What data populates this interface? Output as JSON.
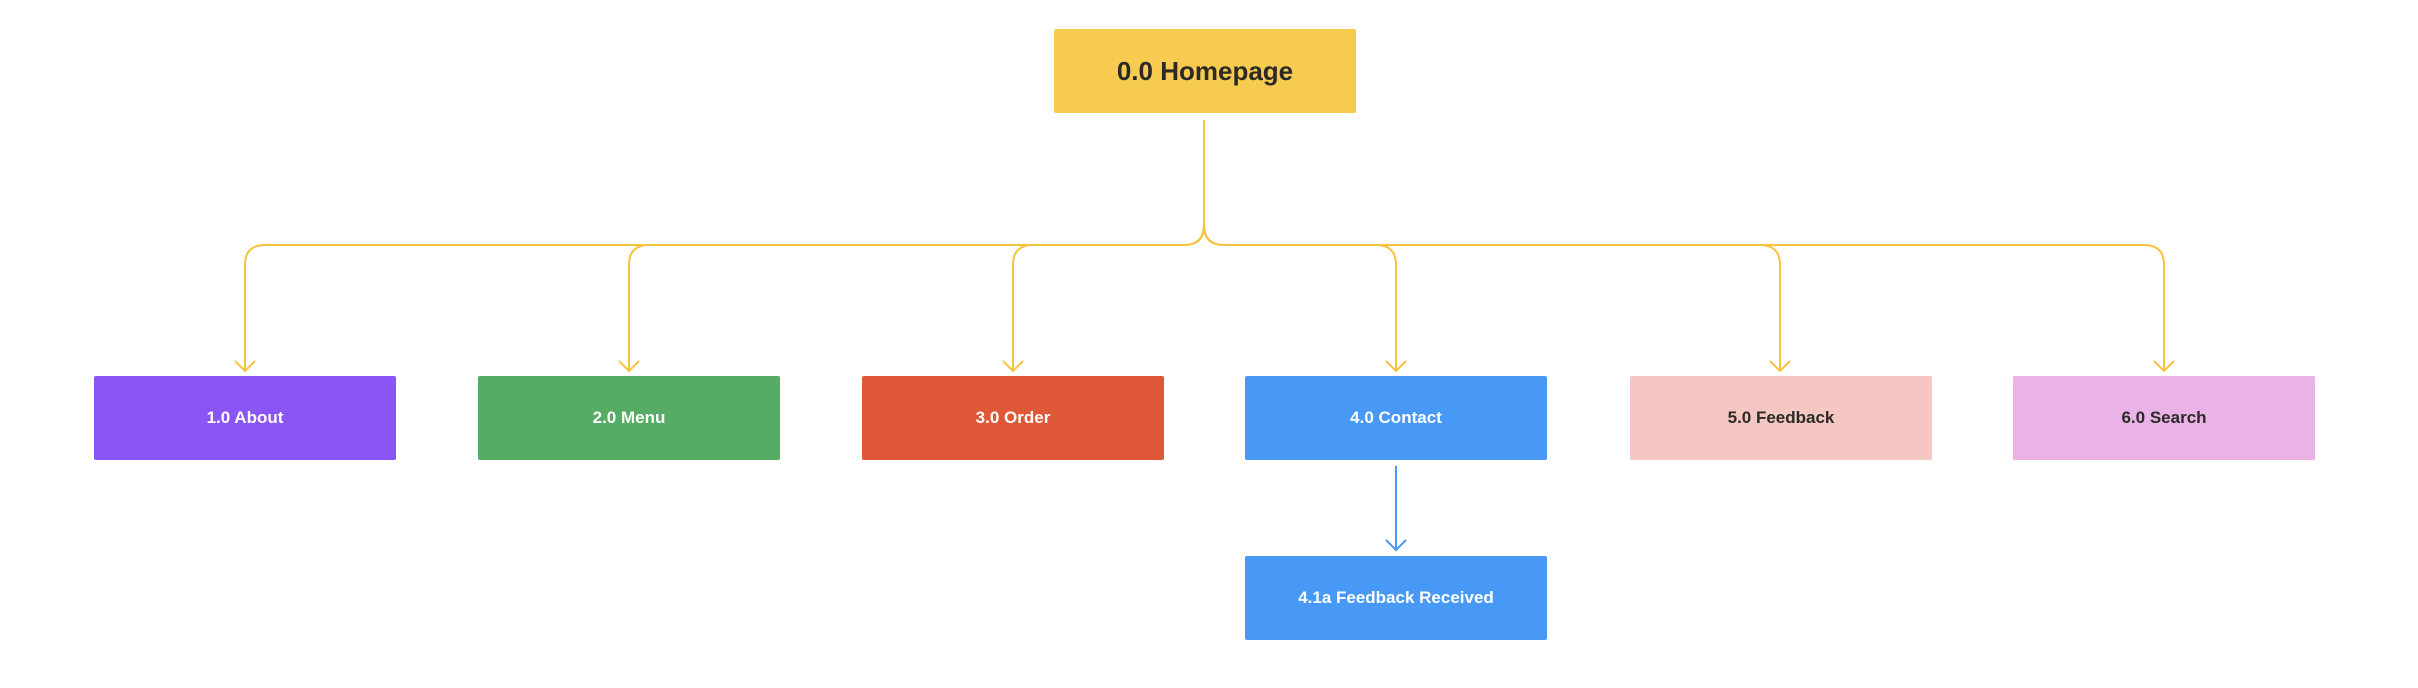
{
  "diagram": {
    "root": {
      "label": "0.0 Homepage",
      "color": "#F6CB4F",
      "text_color": "#2B2A26"
    },
    "connector_color": "#F6C33F",
    "children": [
      {
        "label": "1.0 About",
        "color": "#8B55F6",
        "text_color": "#FFFFFF"
      },
      {
        "label": "2.0 Menu",
        "color": "#56AC64",
        "text_color": "#FFFFFF"
      },
      {
        "label": "3.0 Order",
        "color": "#DE5736",
        "text_color": "#FFFFFF"
      },
      {
        "label": "4.0 Contact",
        "color": "#4899F6",
        "text_color": "#FFFFFF"
      },
      {
        "label": "5.0 Feedback",
        "color": "#F4C7C3",
        "text_color": "#2B2A26"
      },
      {
        "label": "6.0 Search",
        "color": "#EAB2E6",
        "text_color": "#2B2A26"
      }
    ],
    "sub_node": {
      "label": "4.1a Feedback Received",
      "color": "#4899F6",
      "text_color": "#FFFFFF",
      "connector_color": "#4899F6"
    }
  }
}
